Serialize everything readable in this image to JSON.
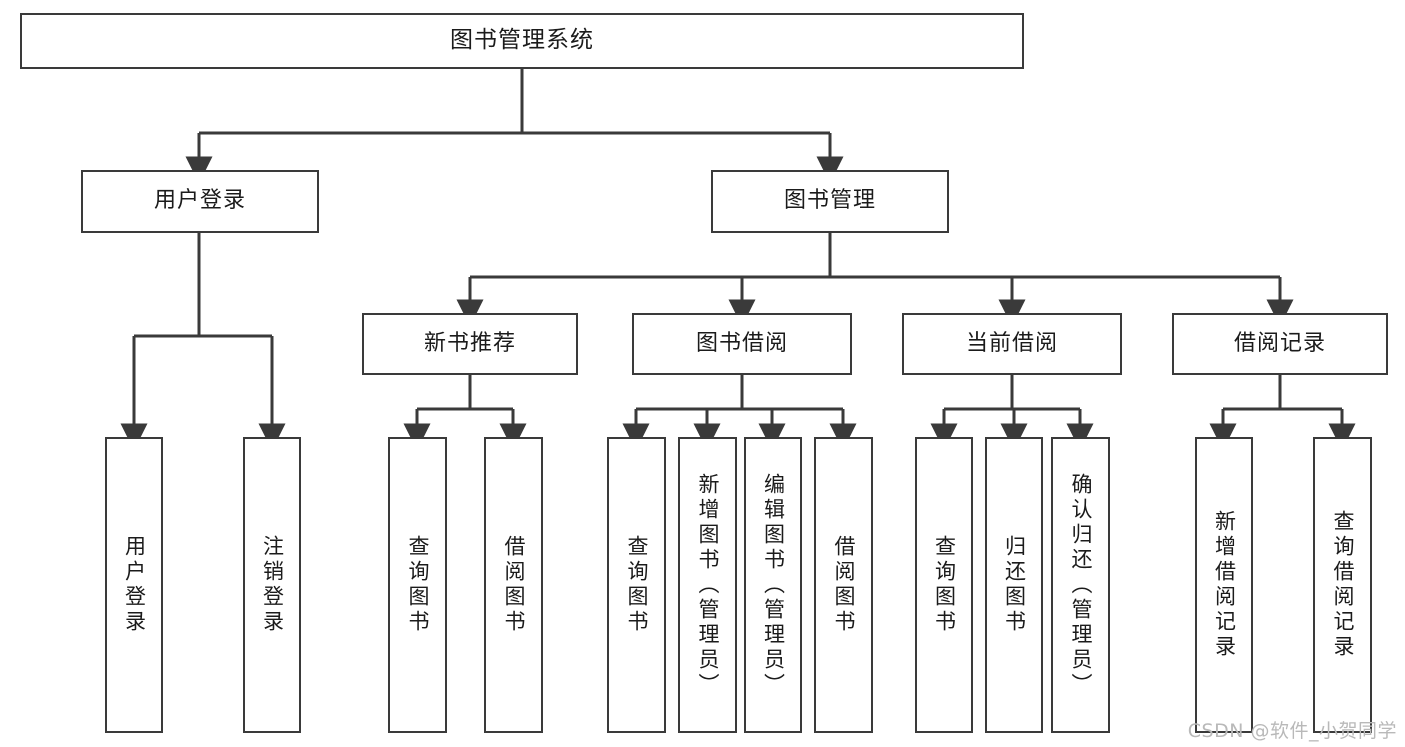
{
  "diagram": {
    "title": "图书管理系统",
    "type": "tree-hierarchy-chart",
    "colors": {
      "box_border": "#3a3a3a",
      "box_fill": "#ffffff",
      "edge": "#3a3a3a",
      "text": "#1b1b1b",
      "watermark": "#b9b9b9"
    },
    "root": {
      "label": "图书管理系统"
    },
    "level1": [
      {
        "label": "用户登录"
      },
      {
        "label": "图书管理"
      }
    ],
    "level2": [
      {
        "label": "新书推荐"
      },
      {
        "label": "图书借阅"
      },
      {
        "label": "当前借阅"
      },
      {
        "label": "借阅记录"
      }
    ],
    "leaves": [
      {
        "label": "用户登录",
        "parent": "用户登录"
      },
      {
        "label": "注销登录",
        "parent": "用户登录"
      },
      {
        "label": "查询图书",
        "parent": "新书推荐"
      },
      {
        "label": "借阅图书",
        "parent": "新书推荐"
      },
      {
        "label": "查询图书",
        "parent": "图书借阅"
      },
      {
        "label": "新增图书（管理员）",
        "parent": "图书借阅"
      },
      {
        "label": "编辑图书（管理员）",
        "parent": "图书借阅"
      },
      {
        "label": "借阅图书",
        "parent": "图书借阅"
      },
      {
        "label": "查询图书",
        "parent": "当前借阅"
      },
      {
        "label": "归还图书",
        "parent": "当前借阅"
      },
      {
        "label": "确认归还（管理员）",
        "parent": "当前借阅"
      },
      {
        "label": "新增借阅记录",
        "parent": "借阅记录"
      },
      {
        "label": "查询借阅记录",
        "parent": "借阅记录"
      }
    ]
  },
  "watermark": {
    "text": "CSDN @软件_小贺同学"
  }
}
